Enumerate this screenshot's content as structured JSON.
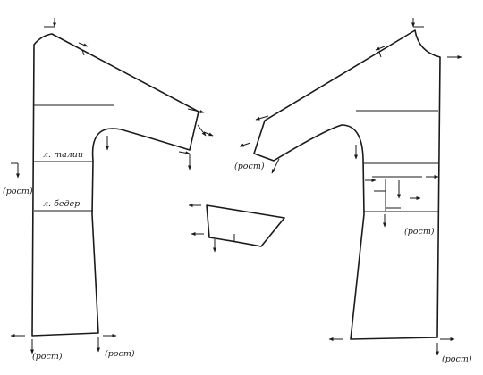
{
  "labels": {
    "waist_line": "л. талии",
    "hip_line": "л. бедер",
    "growth": "(рост)"
  }
}
